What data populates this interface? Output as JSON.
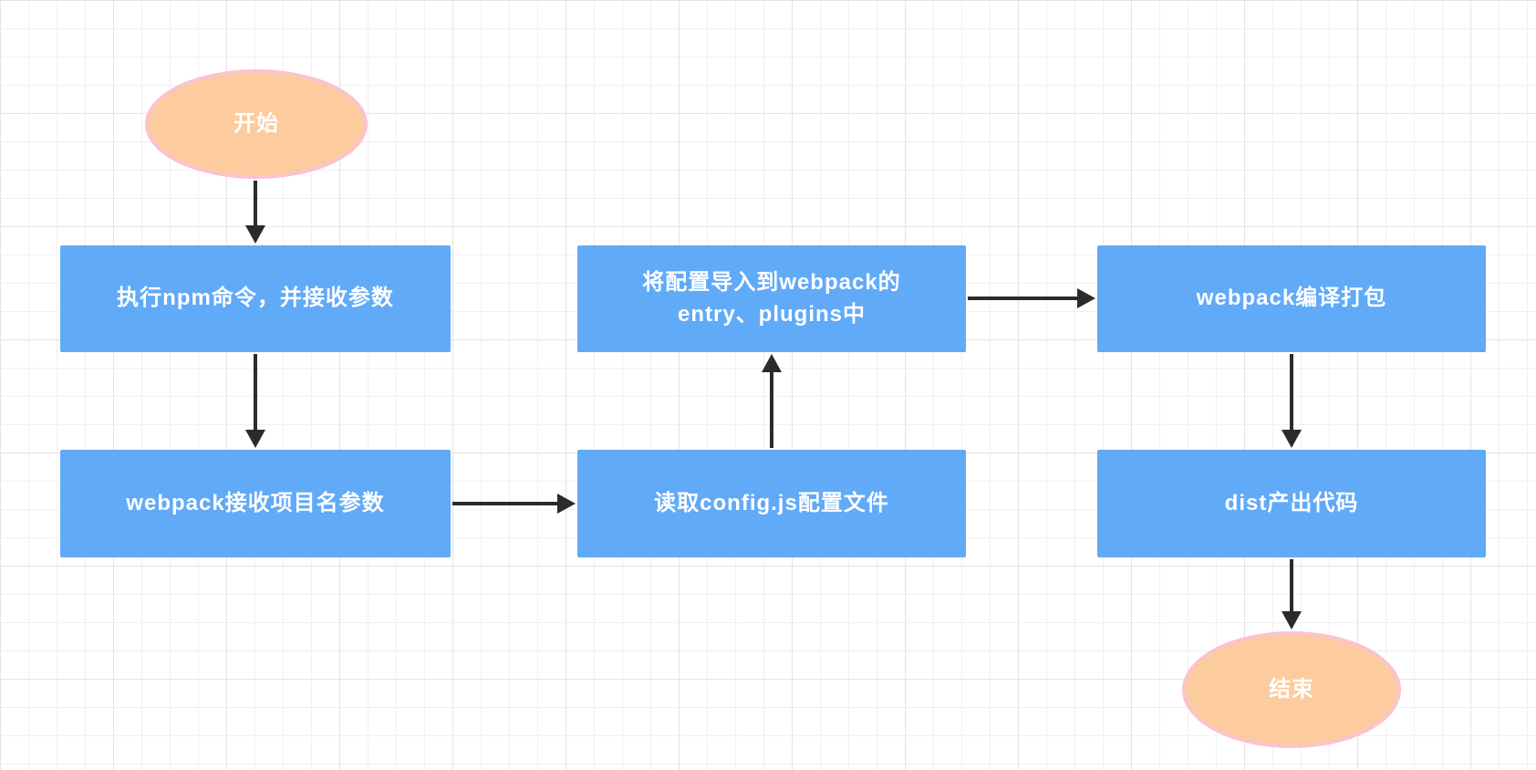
{
  "canvas": {
    "background": "#ffffff",
    "grid_minor_color": "#f0f0f0",
    "grid_major_color": "#e4e4e4"
  },
  "colors": {
    "process_fill": "#61aaf7",
    "terminal_fill": "#fccb9e",
    "terminal_border": "#fac3cd",
    "text_color": "#ffffff",
    "connector_color": "#2b2b2b"
  },
  "nodes": {
    "start": {
      "type": "terminal",
      "label": "开始"
    },
    "step1": {
      "type": "process",
      "label": "执行npm命令，并接收参数"
    },
    "step2": {
      "type": "process",
      "label": "webpack接收项目名参数"
    },
    "step3": {
      "type": "process",
      "label": "读取config.js配置文件"
    },
    "step4": {
      "type": "process",
      "label": "将配置导入到webpack的\nentry、plugins中"
    },
    "step5": {
      "type": "process",
      "label": "webpack编译打包"
    },
    "step6": {
      "type": "process",
      "label": "dist产出代码"
    },
    "end": {
      "type": "terminal",
      "label": "结束"
    }
  },
  "connectors": [
    {
      "from": "start",
      "to": "step1",
      "direction": "down"
    },
    {
      "from": "step1",
      "to": "step2",
      "direction": "down"
    },
    {
      "from": "step2",
      "to": "step3",
      "direction": "right"
    },
    {
      "from": "step3",
      "to": "step4",
      "direction": "up"
    },
    {
      "from": "step4",
      "to": "step5",
      "direction": "right"
    },
    {
      "from": "step5",
      "to": "step6",
      "direction": "down"
    },
    {
      "from": "step6",
      "to": "end",
      "direction": "down"
    }
  ]
}
